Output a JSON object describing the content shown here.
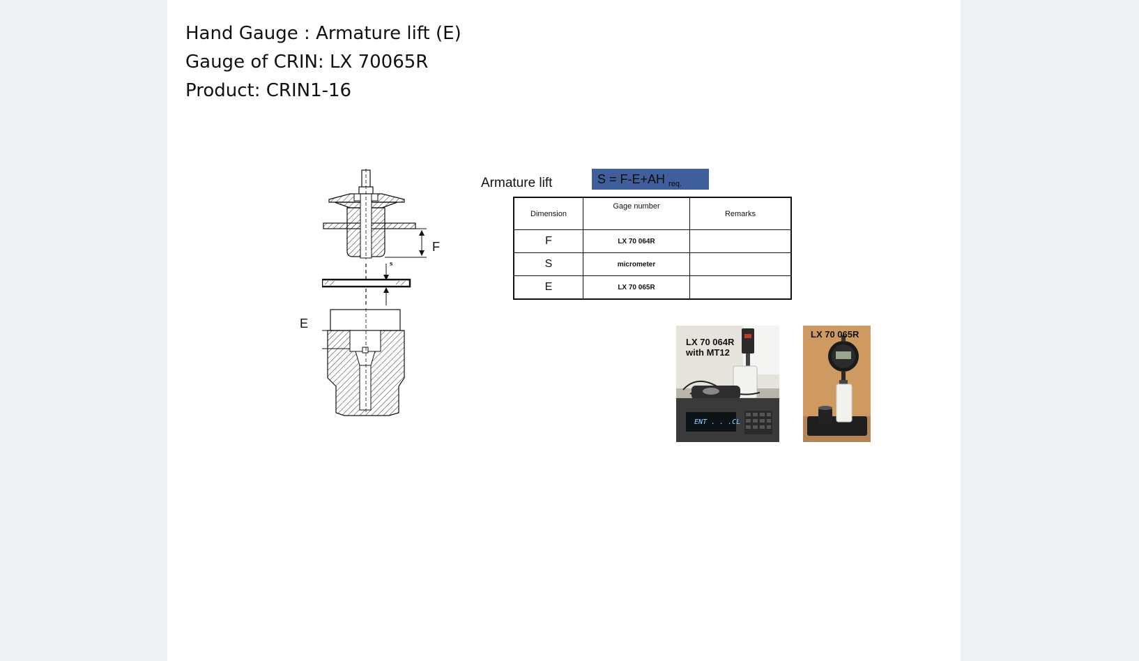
{
  "header": {
    "line1": "Hand Gauge : Armature lift (E)",
    "line2": "Gauge of CRIN:  LX 70065R",
    "line3": "Product: CRIN1-16"
  },
  "figure": {
    "armature_label": "Armature lift",
    "formula": {
      "main": "S = F-E+AH",
      "sub": "req."
    },
    "labels": {
      "f": "F",
      "e": "E",
      "s": "s"
    },
    "table": {
      "headers": [
        "Dimension",
        "Gage number",
        "Remarks"
      ],
      "rows": [
        {
          "dimension": "F",
          "gage": "LX 70 064R",
          "remarks": ""
        },
        {
          "dimension": "S",
          "gage": "micrometer",
          "remarks": ""
        },
        {
          "dimension": "E",
          "gage": "LX 70 065R",
          "remarks": ""
        }
      ]
    },
    "photo1": {
      "caption_line1": "LX 70 064R",
      "caption_line2": "with MT12",
      "display_text": "ENT . . .CL"
    },
    "photo2": {
      "caption": "LX 70 065R"
    }
  }
}
